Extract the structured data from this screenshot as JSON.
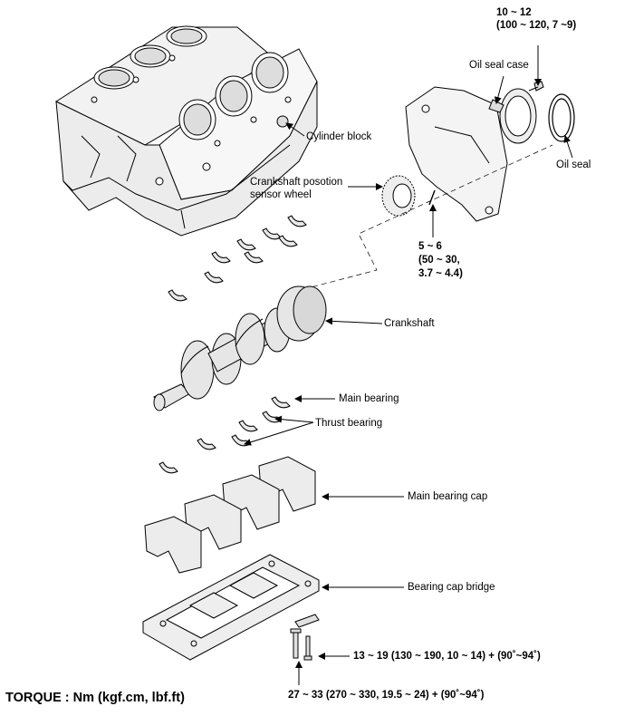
{
  "labels": {
    "cylinder_block": "Cylinder block",
    "oil_seal_case": "Oil seal case",
    "oil_seal": "Oil seal",
    "sensor_wheel_1": "Crankshaft posotion",
    "sensor_wheel_2": "sensor wheel",
    "crankshaft": "Crankshaft",
    "main_bearing": "Main bearing",
    "thrust_bearing": "Thrust bearing",
    "main_bearing_cap": "Main bearing cap",
    "bearing_cap_bridge": "Bearing cap bridge"
  },
  "torque": {
    "title": "TORQUE : Nm (kgf.cm, lbf.ft)",
    "oil_seal_case_1": "10 ~ 12",
    "oil_seal_case_2": "(100 ~ 120, 7 ~9)",
    "sensor_wheel_1": "5 ~ 6",
    "sensor_wheel_2": "(50 ~ 30,",
    "sensor_wheel_3": "3.7 ~ 4.4)",
    "bridge_bolt": "13 ~ 19 (130 ~ 190, 10 ~ 14) + (90˚~94˚)",
    "cap_bolt": "27 ~ 33 (270 ~ 330, 19.5 ~ 24) + (90˚~94˚)"
  }
}
